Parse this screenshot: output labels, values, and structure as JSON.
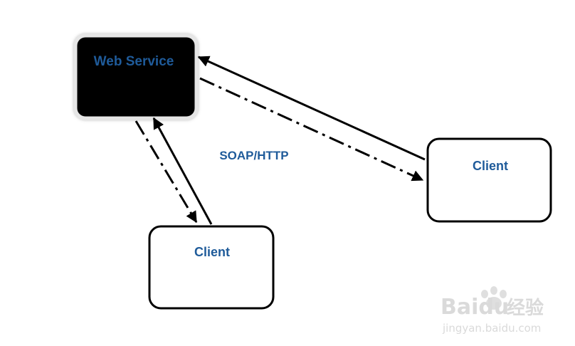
{
  "diagram": {
    "web_service_label": "Web Service",
    "client_right_label": "Client",
    "client_bottom_label": "Client",
    "protocol_label": "SOAP/HTTP"
  },
  "colors": {
    "label": "#1f5b9a",
    "web_service_fill": "#000000",
    "stroke": "#000000",
    "watermark": "#d6d6d6"
  },
  "watermark": {
    "brand": "Baidu",
    "brand_cn": "经验",
    "url": "jingyan.baidu.com"
  }
}
